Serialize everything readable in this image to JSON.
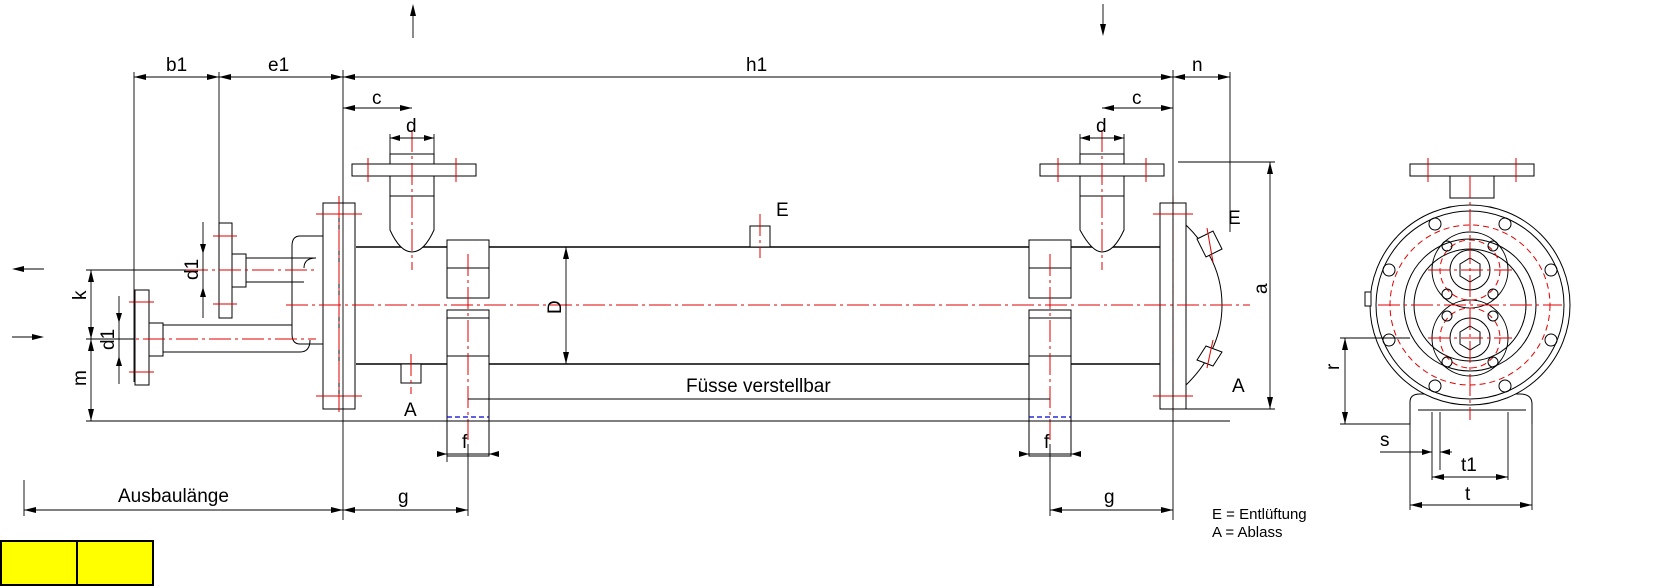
{
  "labels": {
    "b1": "b1",
    "e1": "e1",
    "h1": "h1",
    "n": "n",
    "c_left": "c",
    "c_right": "c",
    "d_left": "d",
    "d_right": "d",
    "d1_upper": "d1",
    "d1_lower": "d1",
    "k": "k",
    "m": "m",
    "D": "D",
    "a": "a",
    "r": "r",
    "E_mid": "E",
    "E_right": "E",
    "A_left": "A",
    "A_right": "A",
    "f_left": "f",
    "f_right": "f",
    "g_left": "g",
    "g_right": "g",
    "s": "s",
    "t1": "t1",
    "t": "t",
    "feet": "Füsse verstellbar",
    "removal": "Ausbaulänge"
  },
  "legend": {
    "vent": "E = Entlüftung",
    "drain": "A = Ablass"
  },
  "colors": {
    "line": "#000000",
    "centerline": "#e00000",
    "hidden": "#0000d0",
    "titleblock": "#ffff00"
  }
}
